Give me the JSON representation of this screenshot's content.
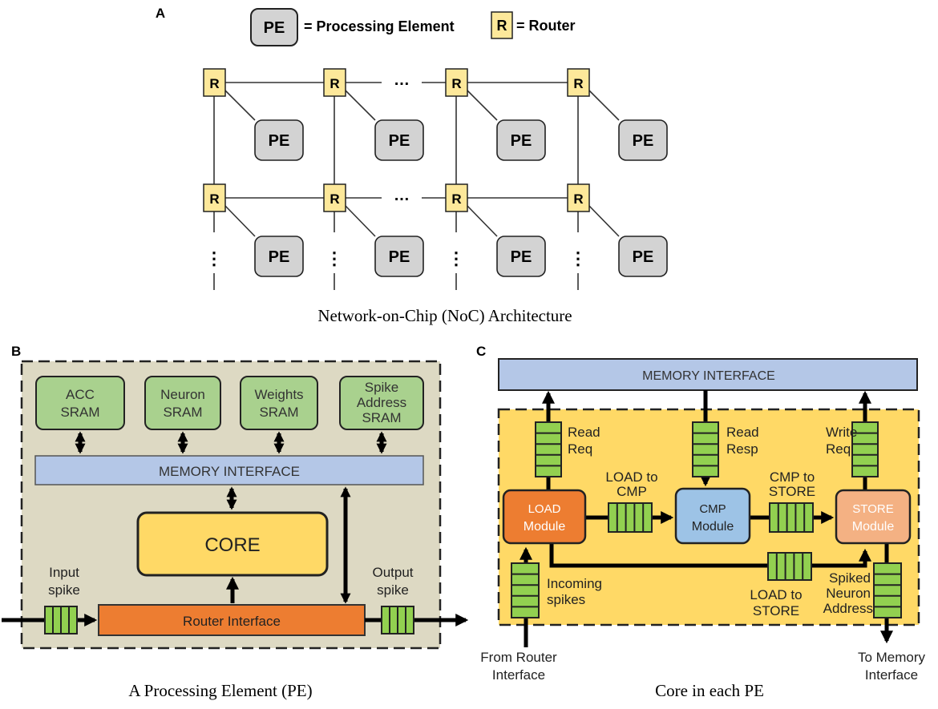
{
  "panel_a": {
    "letter": "A",
    "legend": {
      "pe_box": "PE",
      "pe_text": "= Processing Element",
      "r_box": "R",
      "r_text": "= Router"
    },
    "router_label": "R",
    "pe_label": "PE",
    "h_ellipsis": "…",
    "v_ellipsis": "⋮",
    "caption": "Network-on-Chip (NoC) Architecture"
  },
  "panel_b": {
    "letter": "B",
    "srams": [
      {
        "line1": "ACC",
        "line2": "SRAM",
        "line3": ""
      },
      {
        "line1": "Neuron",
        "line2": "SRAM",
        "line3": ""
      },
      {
        "line1": "Weights",
        "line2": "SRAM",
        "line3": ""
      },
      {
        "line1": "Spike",
        "line2": "Address",
        "line3": "SRAM"
      }
    ],
    "memory_interface": "MEMORY INTERFACE",
    "core": "CORE",
    "router_interface": "Router Interface",
    "input_spike": {
      "line1": "Input",
      "line2": "spike"
    },
    "output_spike": {
      "line1": "Output",
      "line2": "spike"
    },
    "caption": "A Processing Element (PE)"
  },
  "panel_c": {
    "letter": "C",
    "memory_interface": "MEMORY INTERFACE",
    "read_req": {
      "line1": "Read",
      "line2": "Req"
    },
    "read_resp": {
      "line1": "Read",
      "line2": "Resp"
    },
    "write_req": {
      "line1": "Write",
      "line2": "Req"
    },
    "load_to_cmp": {
      "line1": "LOAD to",
      "line2": "CMP"
    },
    "cmp_to_store": {
      "line1": "CMP to",
      "line2": "STORE"
    },
    "load_module": {
      "line1": "LOAD",
      "line2": "Module"
    },
    "cmp_module": {
      "line1": "CMP",
      "line2": "Module"
    },
    "store_module": {
      "line1": "STORE",
      "line2": "Module"
    },
    "incoming_spikes": {
      "line1": "Incoming",
      "line2": "spikes"
    },
    "load_to_store": {
      "line1": "LOAD to",
      "line2": "STORE"
    },
    "spiked_neuron_address": {
      "line1": "Spiked",
      "line2": "Neuron",
      "line3": "Address"
    },
    "from_router": {
      "line1": "From Router",
      "line2": "Interface"
    },
    "to_memory": {
      "line1": "To Memory",
      "line2": "Interface"
    },
    "caption": "Core in each PE"
  },
  "colors": {
    "router": "#fde89a",
    "pe": "#d3d3d3",
    "sram": "#a9d18e",
    "memory_interface": "#b4c7e7",
    "core": "#ffd966",
    "router_interface": "#ed7d31",
    "pe_background": "#ddd9c3",
    "core_background": "#ffd966",
    "fifo": "#92d050",
    "cmp_module": "#9dc3e6",
    "store_module": "#f4b183"
  }
}
